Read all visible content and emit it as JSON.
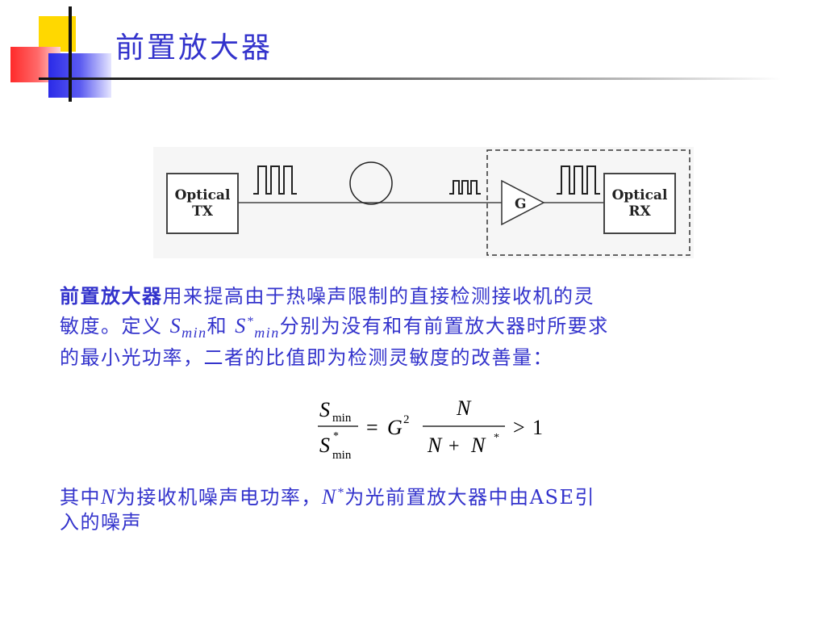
{
  "title": "前置放大器",
  "diagram": {
    "tx_label_line1": "Optical",
    "tx_label_line2": "TX",
    "amp_label": "G",
    "rx_label_line1": "Optical",
    "rx_label_line2": "RX"
  },
  "paragraph1": {
    "term": "前置放大器",
    "line1_rest": "用来提高由于热噪声限制的直接检测接收机的灵",
    "line2_a": "敏度。定义 ",
    "s_sym": "S",
    "s_sub": "min",
    "conj": "和 ",
    "s2_sym": "S",
    "s2_sup": "*",
    "s2_sub": "min",
    "line2_b": "分别为没有和有前置放大器时所要求",
    "line3": "的最小光功率，二者的比值即为检测灵敏度的改善量："
  },
  "formula": {
    "s_num": "S",
    "sub_min": "min",
    "s_den": "S",
    "star": "*",
    "eq": "=",
    "g": "G",
    "exp2": "2",
    "n_num": "N",
    "n_den_a": "N",
    "plus": "+",
    "n_den_b": "N",
    "gt": ">",
    "one": "1"
  },
  "paragraph2": {
    "a": "其中",
    "n": "N",
    "b": "为接收机噪声电功率，",
    "n2": "N",
    "sup": "*",
    "c": "为光前置放大器中由ASE引",
    "line2": "入的噪声"
  },
  "colors": {
    "title": "#3333cc",
    "text": "#3333cc",
    "logo_yellow": "#ffd800",
    "logo_red": "#ff2a2a",
    "logo_blue": "#2a2ae8"
  }
}
